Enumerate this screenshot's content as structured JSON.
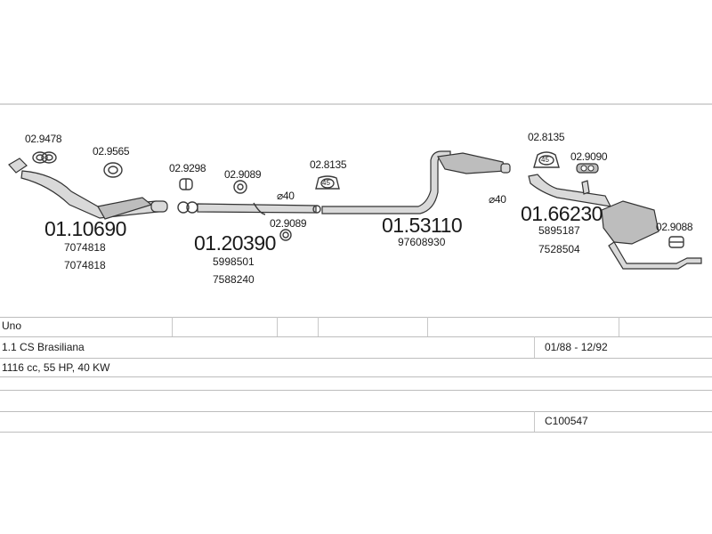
{
  "parts": {
    "p_029478": "02.9478",
    "p_029565": "02.9565",
    "p_029298": "02.9298",
    "p_029089a": "02.9089",
    "p_029089b": "02.9089",
    "p_028135a": "02.8135",
    "p_028135b": "02.8135",
    "p_029090": "02.9090",
    "p_029088": "02.9088",
    "dia_a": "⌀40",
    "dia_b": "⌀40",
    "clamp_a": "45",
    "clamp_b": "45"
  },
  "assemblies": [
    {
      "number": "01.10690",
      "refs": [
        "7074818",
        "7074818"
      ]
    },
    {
      "number": "01.20390",
      "refs": [
        "5998501",
        "7588240"
      ]
    },
    {
      "number": "01.53110",
      "refs": [
        "97608930"
      ]
    },
    {
      "number": "01.66230",
      "refs": [
        "5895187",
        "7528504"
      ]
    }
  ],
  "table": {
    "model": "Uno",
    "variant": "1.1 CS Brasiliana",
    "dates": "01/88 - 12/92",
    "engine": "1116 cc, 55 HP, 40 KW",
    "code": "C100547"
  }
}
